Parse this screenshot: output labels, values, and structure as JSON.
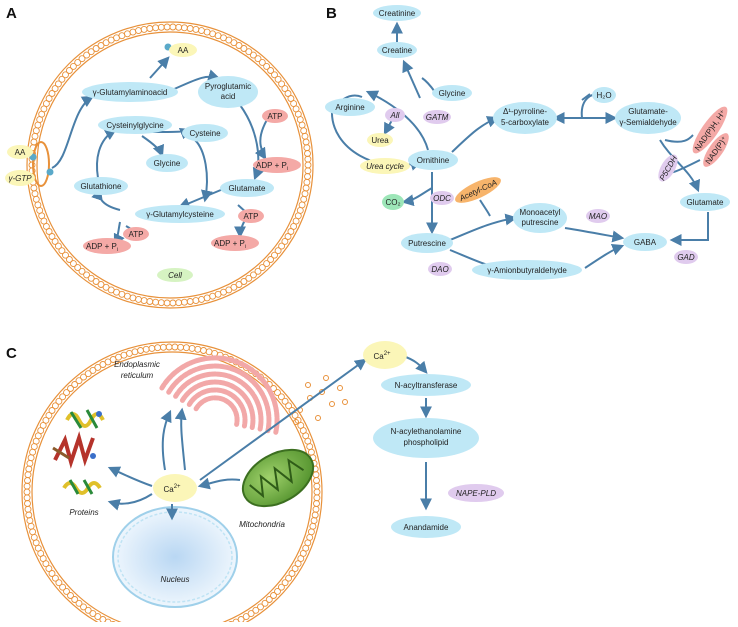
{
  "panel_labels": {
    "a": "A",
    "b": "B",
    "c": "C"
  },
  "colors": {
    "metabolite_fill": "#bfe8f6",
    "metabolite_stroke": "#8cc9df",
    "enzyme_fill": "#e0cbee",
    "cofactor_fill": "#f4a9a6",
    "yellow_fill": "#fbf6b8",
    "green_fill": "#9de6b8",
    "orange_fill": "#f7b46b",
    "arrow": "#4a7ea8",
    "membrane": "#e8913a"
  },
  "panel_a": {
    "aa_top": "AA",
    "aa_left": "AA",
    "gtp": "γ-GTP",
    "glutamylaminoacid": "γ-Glutamylaminoacid",
    "pyroglutamic_1": "Pyroglutamic",
    "pyroglutamic_2": "acid",
    "cysteinylglycine": "Cysteinylglycine",
    "cysteine": "Cysteine",
    "glycine": "Glycine",
    "glutathione": "Glutathione",
    "glutamate": "Glutamate",
    "glutamylcysteine": "γ-Glutamylcysteine",
    "atp_1": "ATP",
    "atp_2": "ATP",
    "atp_3": "ATP",
    "adp_pi_right_top": "ADP + P",
    "adp_pi_right_bottom": "ADP + P",
    "adp_pi_left": "ADP + P",
    "pi_sub": "i",
    "cell": "Cell"
  },
  "panel_b": {
    "creatinine": "Creatinine",
    "creatine": "Creatine",
    "arginine": "Arginine",
    "glycine": "Glycine",
    "all": "All",
    "gatm": "GATM",
    "urea": "Urea",
    "urea_cycle": "Urea cycle",
    "ornithine": "Ornithine",
    "pyrroline_1": "Δ¹-pyrroline-",
    "pyrroline_2": "5-carboxylate",
    "h2o": "H₂O",
    "glu_semi_1": "Glutamate-",
    "glu_semi_2": "γ-Semialdehyde",
    "nadph": "NAD(P)H, H⁺",
    "nadp": "NAD(P)⁺",
    "p5cdh": "P5CDH",
    "glutamate": "Glutamate",
    "co2": "CO₂",
    "odc": "ODC",
    "acetylcoa": "Acetyl-CoA",
    "monoacetyl_1": "Monoacetyl",
    "monoacetyl_2": "putrescine",
    "mao": "MAO",
    "putrescine": "Putrescine",
    "gaba": "GABA",
    "dao": "DAO",
    "aminobutyraldehyde": "γ-Amionbutyraldehyde",
    "gad": "GAD"
  },
  "panel_c": {
    "endoplasmic_1": "Endoplasmic",
    "endoplasmic_2": "reticulum",
    "ca_center": "Ca",
    "ca_right": "Ca",
    "ca_charge": "2+",
    "proteins": "Proteins",
    "mitochondria": "Mitochondria",
    "nucleus": "Nucleus",
    "n_acyltransferase": "N-acyltransferase",
    "n_acylethanolamine_1": "N-acylethanolamine",
    "n_acylethanolamine_2": "phospholipid",
    "nape_pld": "NAPE-PLD",
    "anandamide": "Anandamide"
  }
}
